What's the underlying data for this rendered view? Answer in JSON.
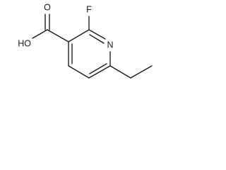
{
  "molecule": {
    "atom_labels": {
      "fluorine": "F",
      "nitrogen": "N",
      "hydroxyl": "HO",
      "carbonyl_oxygen": "O"
    }
  }
}
